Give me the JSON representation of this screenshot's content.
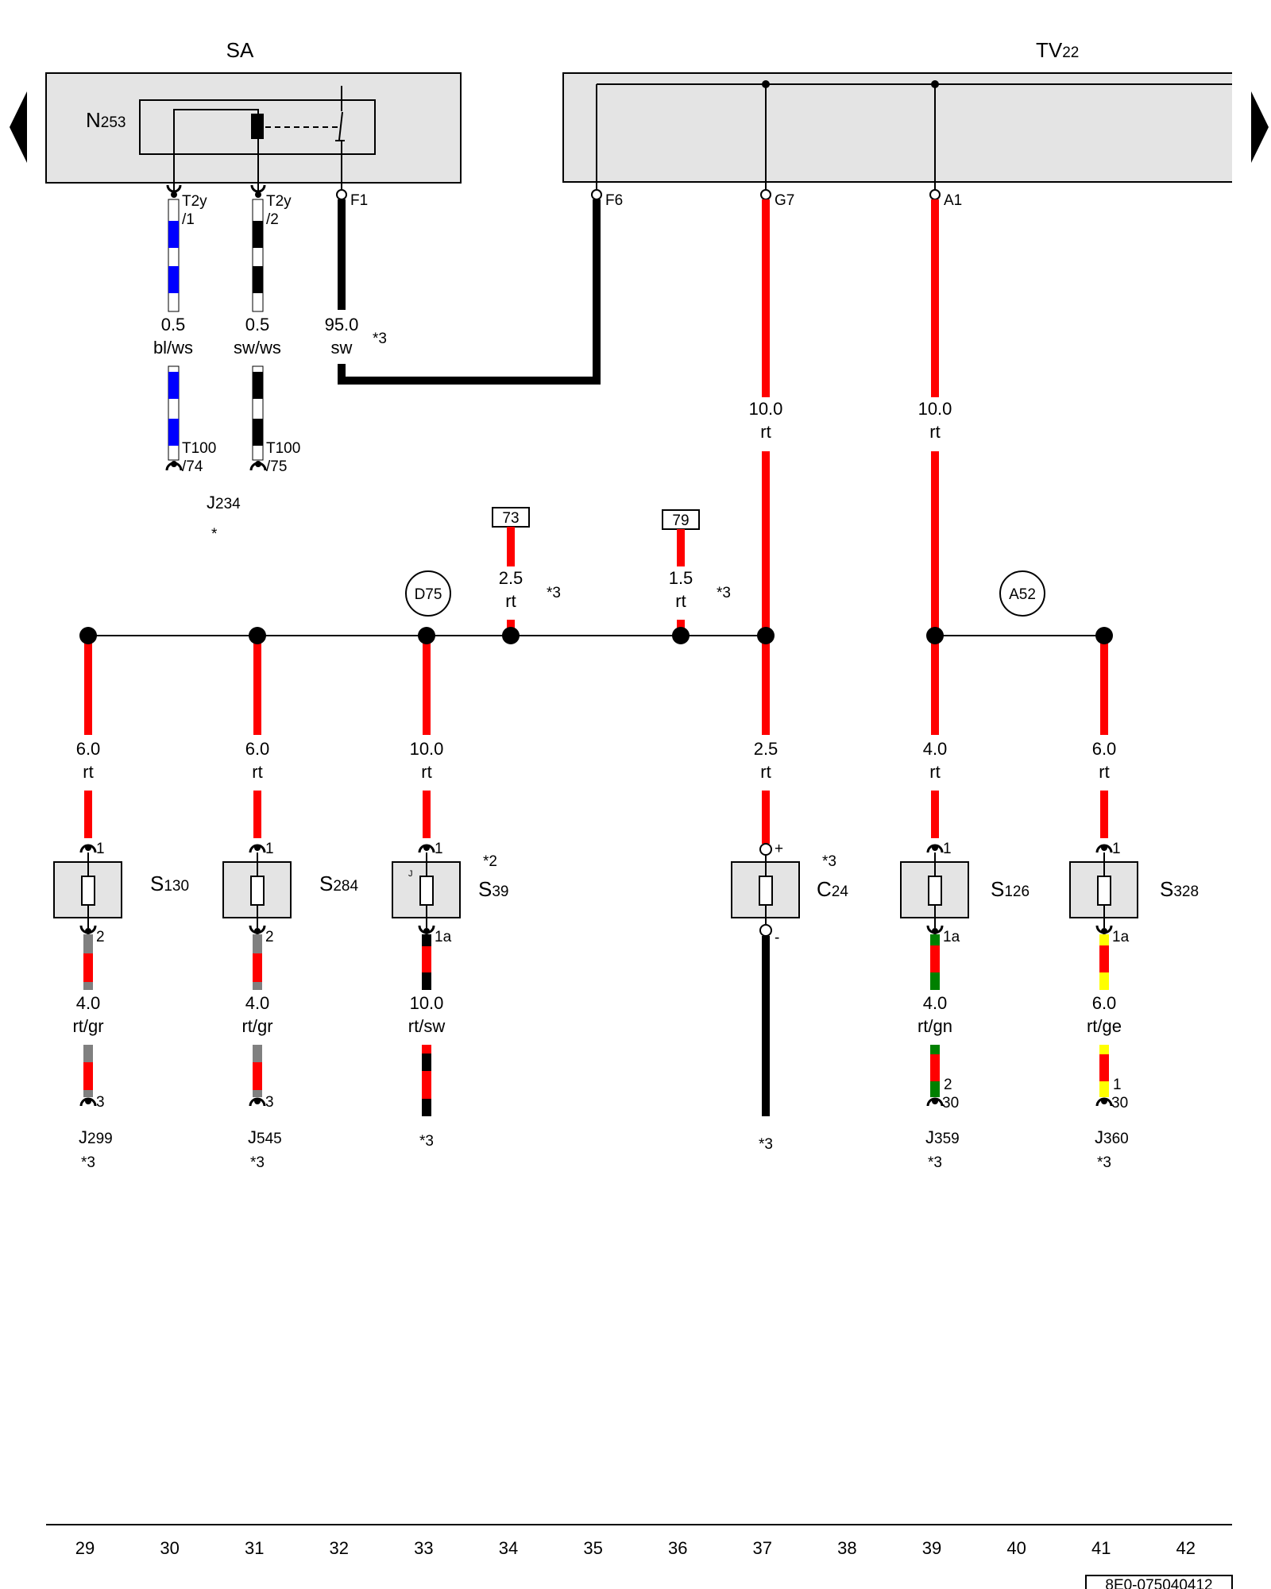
{
  "components": {
    "sa": "SA",
    "tv22_main": "TV",
    "tv22_sub": "22",
    "n253_main": "N",
    "n253_sub": "253",
    "j234_main": "J",
    "j234_sub": "234",
    "j234_note": "*",
    "d75": "D75",
    "a52": "A52"
  },
  "pins": {
    "t2y1_a": "T2y",
    "t2y1_b": "/1",
    "t2y2_a": "T2y",
    "t2y2_b": "/2",
    "f1": "F1",
    "f6": "F6",
    "g7": "G7",
    "a1": "A1",
    "t100_74_a": "T100",
    "t100_74_b": "/74",
    "t100_75_a": "T100",
    "t100_75_b": "/75"
  },
  "wires": {
    "w1": {
      "size": "0.5",
      "color": "bl/ws"
    },
    "w2": {
      "size": "0.5",
      "color": "sw/ws"
    },
    "w3": {
      "size": "95.0",
      "color": "sw",
      "note": "*3"
    },
    "w4": {
      "size": "10.0",
      "color": "rt"
    },
    "w5": {
      "size": "10.0",
      "color": "rt"
    },
    "w6": {
      "size": "2.5",
      "color": "rt",
      "note": "*3",
      "ref": "73"
    },
    "w7": {
      "size": "1.5",
      "color": "rt",
      "note": "*3",
      "ref": "79"
    },
    "b1": {
      "size": "6.0",
      "color": "rt"
    },
    "b2": {
      "size": "6.0",
      "color": "rt"
    },
    "b3": {
      "size": "10.0",
      "color": "rt"
    },
    "b4": {
      "size": "2.5",
      "color": "rt"
    },
    "b5": {
      "size": "4.0",
      "color": "rt"
    },
    "b6": {
      "size": "6.0",
      "color": "rt"
    },
    "l1": {
      "size": "4.0",
      "color": "rt/gr"
    },
    "l2": {
      "size": "4.0",
      "color": "rt/gr"
    },
    "l3": {
      "size": "10.0",
      "color": "rt/sw"
    },
    "l5": {
      "size": "4.0",
      "color": "rt/gn"
    },
    "l6": {
      "size": "6.0",
      "color": "rt/ge"
    }
  },
  "fuses": {
    "s130": {
      "main": "S",
      "sub": "130",
      "in": "1",
      "out": "2"
    },
    "s284": {
      "main": "S",
      "sub": "284",
      "in": "1",
      "out": "2"
    },
    "s39": {
      "main": "S",
      "sub": "39",
      "in": "1",
      "out": "1a",
      "note": "*2",
      "inner": "J"
    },
    "c24": {
      "main": "C",
      "sub": "24",
      "in": "+",
      "out": "-",
      "note": "*3"
    },
    "s126": {
      "main": "S",
      "sub": "126",
      "in": "1",
      "out": "1a"
    },
    "s328": {
      "main": "S",
      "sub": "328",
      "in": "1",
      "out": "1a"
    }
  },
  "targets": {
    "j299": {
      "main": "J",
      "sub": "299",
      "pin": "3",
      "note": "*3"
    },
    "j545": {
      "main": "J",
      "sub": "545",
      "pin": "3",
      "note": "*3"
    },
    "s39_end": {
      "note": "*3"
    },
    "c24_end": {
      "note": "*3"
    },
    "j359": {
      "main": "J",
      "sub": "359",
      "pin_a": "2",
      "pin_b": "30",
      "note": "*3"
    },
    "j360": {
      "main": "J",
      "sub": "360",
      "pin_a": "1",
      "pin_b": "30",
      "note": "*3"
    }
  },
  "ruler": [
    "29",
    "30",
    "31",
    "32",
    "33",
    "34",
    "35",
    "36",
    "37",
    "38",
    "39",
    "40",
    "41",
    "42"
  ],
  "doc_id": "8E0-075040412",
  "colors": {
    "rt": "#ff0000",
    "sw": "#000000",
    "bl": "#0000ff",
    "ws": "#ffffff",
    "gr": "#808080",
    "gn": "#008000",
    "ge": "#ffff00",
    "housing": "#e4e4e4"
  }
}
